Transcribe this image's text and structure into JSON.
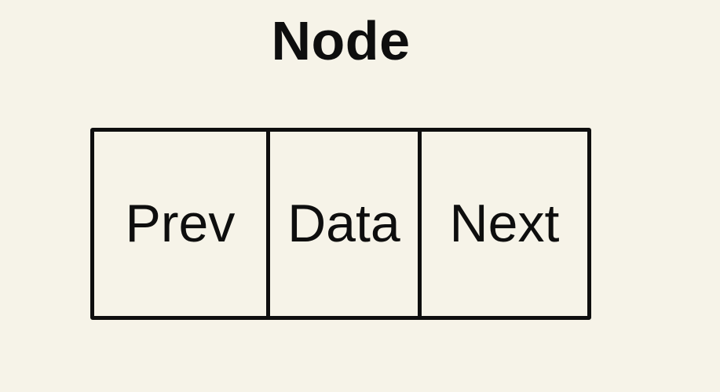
{
  "diagram": {
    "title": "Node",
    "cells": [
      {
        "label": "Prev"
      },
      {
        "label": "Data"
      },
      {
        "label": "Next"
      }
    ],
    "colors": {
      "background": "#f6f3e8",
      "stroke": "#0e0e0e",
      "text": "#0e0e0e"
    }
  }
}
